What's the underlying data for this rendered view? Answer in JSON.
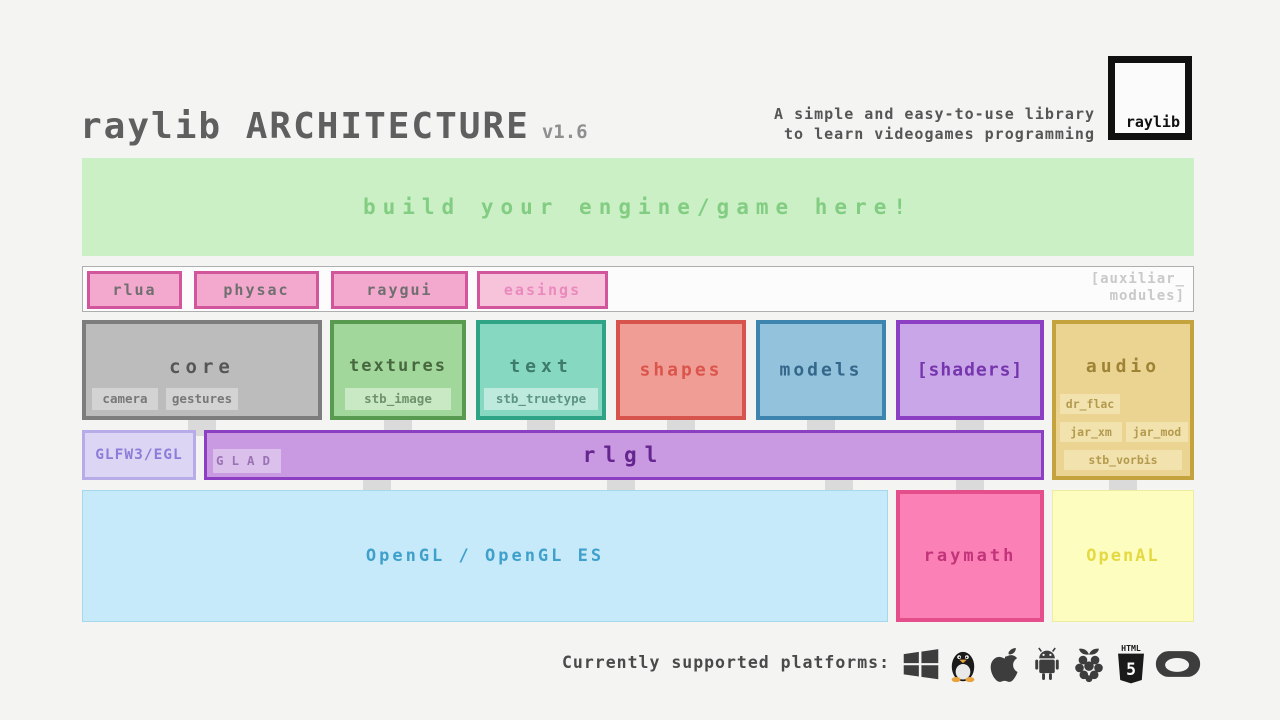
{
  "header": {
    "title": "raylib ARCHITECTURE",
    "version": "v1.6",
    "tagline_line1": "A simple and easy-to-use library",
    "tagline_line2": "to learn videogames programming",
    "logo_text": "raylib"
  },
  "banner": {
    "label": "build your engine/game here!"
  },
  "aux": {
    "items": [
      "rlua",
      "physac",
      "raygui",
      "easings"
    ],
    "caption_line1": "[auxiliar_",
    "caption_line2": "modules]"
  },
  "modules": {
    "core": {
      "label": "core",
      "sub": [
        "camera",
        "gestures"
      ]
    },
    "textures": {
      "label": "textures",
      "sub": [
        "stb_image"
      ]
    },
    "text": {
      "label": "text",
      "sub": [
        "stb_truetype"
      ]
    },
    "shapes": {
      "label": "shapes"
    },
    "models": {
      "label": "models"
    },
    "shaders": {
      "label": "[shaders]"
    },
    "audio": {
      "label": "audio",
      "sub": [
        "dr_flac",
        "jar_xm",
        "jar_mod",
        "stb_vorbis"
      ]
    }
  },
  "layer2": {
    "glfw": "GLFW3/EGL",
    "rlgl": "rlgl",
    "glad": "GLAD"
  },
  "layer3": {
    "opengl": "OpenGL / OpenGL ES",
    "raymath": "raymath",
    "openal": "OpenAL"
  },
  "footer": {
    "label": "Currently supported platforms:",
    "platforms": [
      "windows",
      "linux",
      "apple",
      "android",
      "raspberry-pi",
      "html5",
      "oculus"
    ]
  },
  "colors": {
    "background": "#f4f4f2",
    "banner_bg": "#cbf0c6",
    "aux_pink": "#d2569c",
    "purple": "#8d3fc4",
    "opengl_blue": "#c6eaf9"
  }
}
